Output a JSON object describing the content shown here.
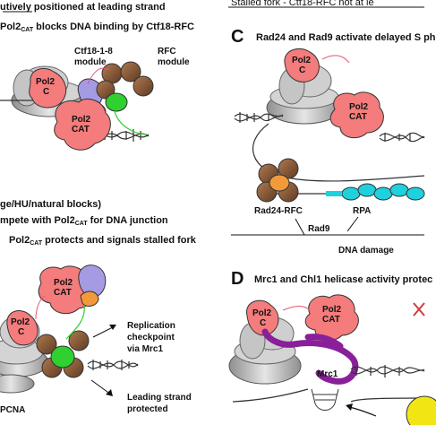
{
  "panels": {
    "a": {
      "header_1": "utively positioned at leading strand",
      "header_2_prefix": "Pol2",
      "header_2_sub": "CAT",
      "header_2_suffix": " blocks DNA binding by Ctf18-RFC",
      "module_ctf18_line1": "Ctf18-1-8",
      "module_ctf18_line2": "module",
      "module_rfc_line1": "RFC",
      "module_rfc_line2": "module",
      "pol2c_line1": "Pol2",
      "pol2c_line2": "C",
      "pol2cat_line1": "Pol2",
      "pol2cat_line2": "CAT"
    },
    "b": {
      "header_1": "ge/HU/natural blocks)",
      "header_2": "mpete with Pol2",
      "header_2_sub": "CAT",
      "header_2_suffix": " for DNA junction",
      "header_3_prefix": "Pol2",
      "header_3_sub": "CAT",
      "header_3_suffix": " protects and signals stalled fork",
      "pol2c_line1": "Pol2",
      "pol2c_line2": "C",
      "pol2cat_line1": "Pol2",
      "pol2cat_line2": "CAT",
      "checkpoint_line1": "Replication",
      "checkpoint_line2": "checkpoint",
      "checkpoint_line3": "via Mrc1",
      "leading_line1": "Leading strand",
      "leading_line2": "protected",
      "pcna": "PCNA"
    },
    "c": {
      "letter": "C",
      "section_header": "Stalled fork - Ctf18-RFC not at le",
      "title": "Rad24 and Rad9 activate delayed S ph",
      "pol2c_line1": "Pol2",
      "pol2c_line2": "C",
      "pol2cat_line1": "Pol2",
      "pol2cat_line2": "CAT",
      "rad24": "Rad24-RFC",
      "rpa": "RPA",
      "rad9": "Rad9",
      "damage": "DNA damage"
    },
    "d": {
      "letter": "D",
      "title": "Mrc1 and Chl1 helicase activity protec",
      "pol2c_line1": "Pol2",
      "pol2c_line2": "C",
      "pol2cat_line1": "Pol2",
      "pol2cat_line2": "CAT",
      "mrc1": "Mrc1"
    }
  },
  "colors": {
    "pol2": "#f47c7c",
    "cmg": "#bdbdbd",
    "ctf18": "#a59be3",
    "orange": "#f29a3a",
    "rfc": "#8a5a3c",
    "green": "#2fd02f",
    "rpa": "#1fd0df",
    "mrc1": "#8a1f9a",
    "yellow": "#f2e514",
    "x_mark": "#d23b3b"
  }
}
